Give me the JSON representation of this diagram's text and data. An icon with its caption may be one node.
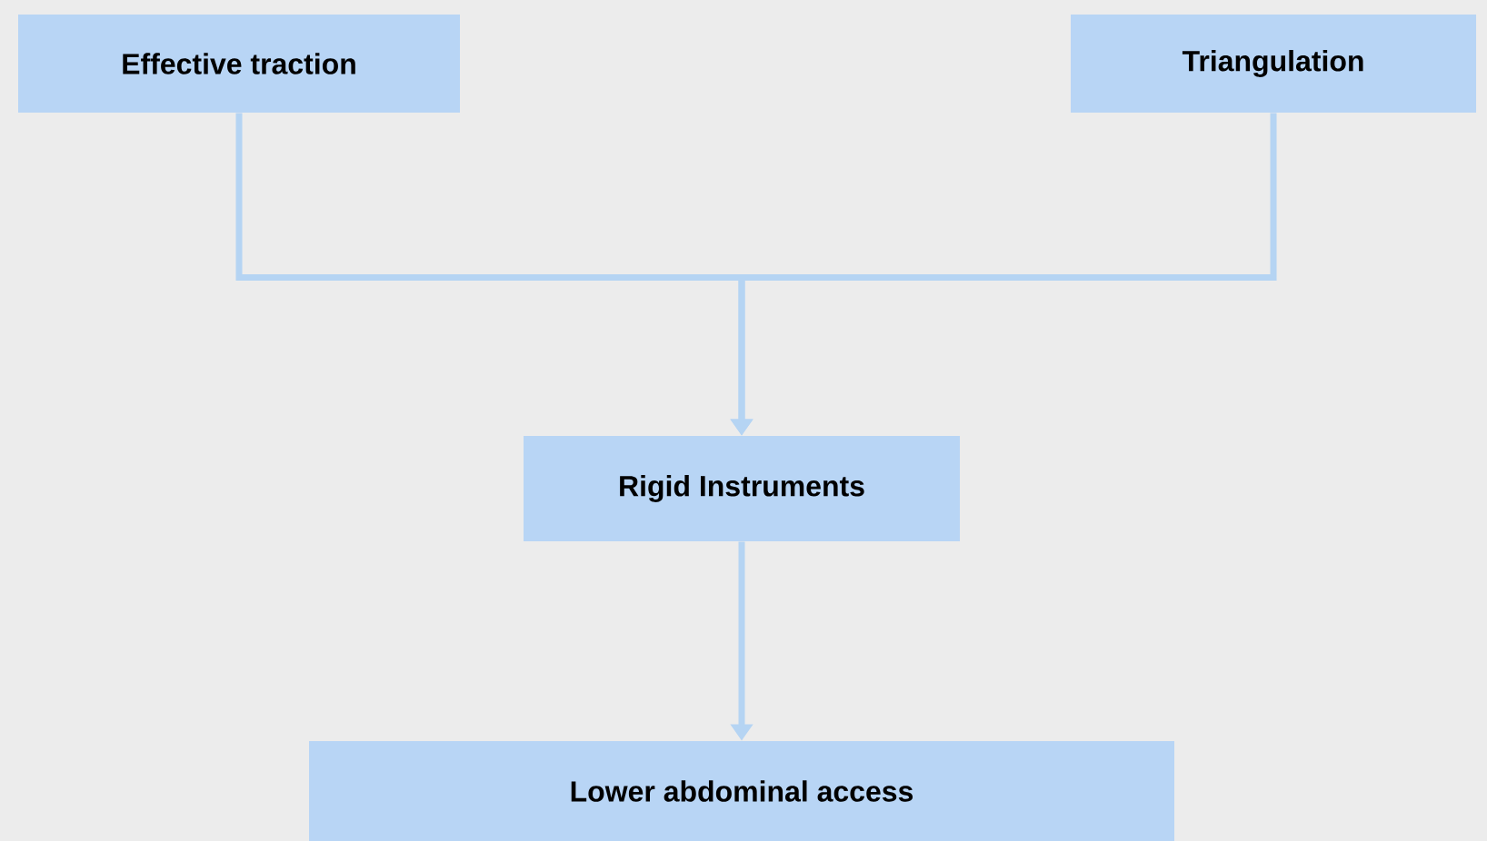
{
  "diagram": {
    "nodes": [
      {
        "text": [
          "Effective traction"
        ]
      },
      {
        "text": [
          "Triangulation"
        ]
      },
      {
        "text": [
          "Rigid Instruments"
        ]
      },
      {
        "text": [
          "Lower abdominal access"
        ]
      }
    ],
    "edges": [
      {
        "from": 0,
        "to": 2,
        "arrow": "to"
      },
      {
        "from": 1,
        "to": 2,
        "arrow": "to"
      },
      {
        "from": 2,
        "to": 3,
        "arrow": "to"
      }
    ]
  }
}
